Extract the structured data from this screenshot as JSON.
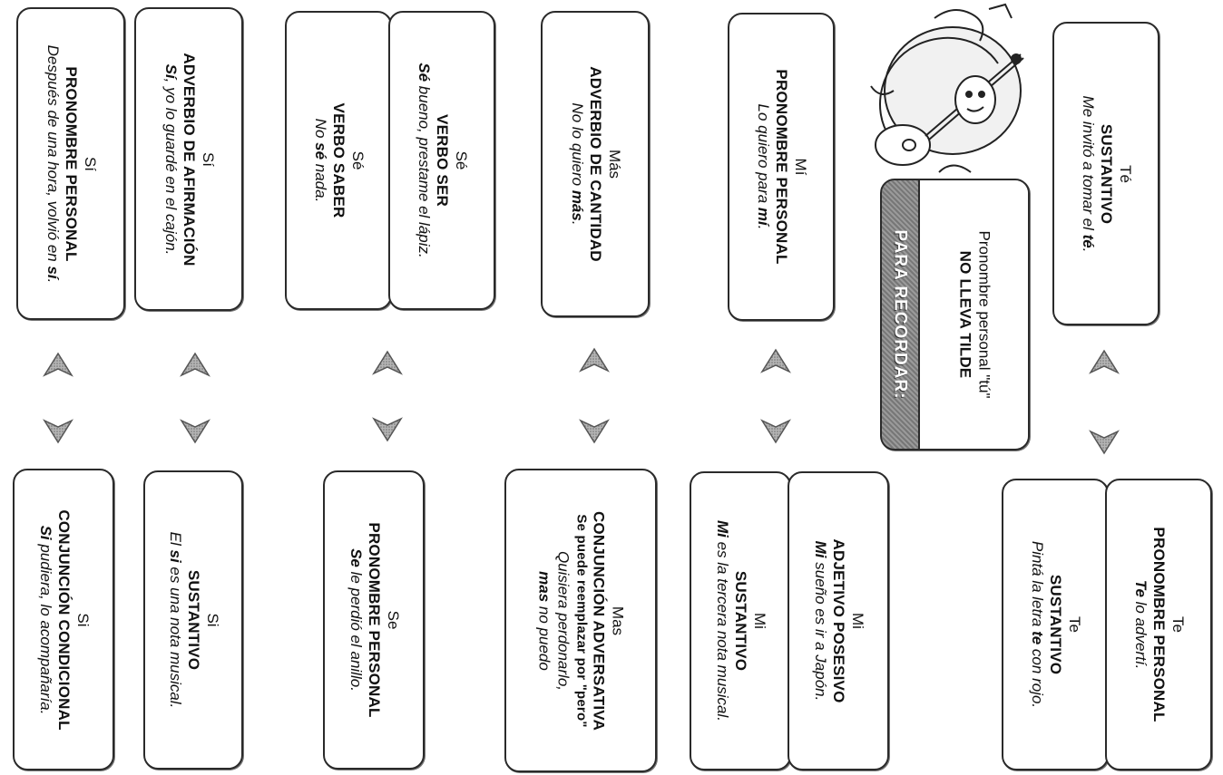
{
  "top": [
    {
      "word": "Sí",
      "category": "PRONOMBRE PERSONAL",
      "example_pre": "Después de una hora, volvió en ",
      "example_em": "sí",
      "example_post": "."
    },
    {
      "word": "Sí",
      "category": "ADVERBIO DE AFIRMACIÓN",
      "example_pre": "",
      "example_em": "Sí",
      "example_post": ", yo lo guardé en el cajón."
    },
    {
      "word": "Sé",
      "category": "VERBO SABER",
      "example_pre": "No ",
      "example_em": "sé",
      "example_post": " nada."
    },
    {
      "word": "Sé",
      "category": "VERBO SER",
      "example_pre": "",
      "example_em": "Sé",
      "example_post": " bueno, prestame el lápiz."
    },
    {
      "word": "Más",
      "category": "ADVERBIO DE CANTIDAD",
      "example_pre": "No lo quiero ",
      "example_em": "más",
      "example_post": "."
    },
    {
      "word": "Mí",
      "category": "PRONOMBRE PERSONAL",
      "example_pre": "Lo quiero para ",
      "example_em": "mí",
      "example_post": "."
    },
    {
      "word": "Té",
      "category": "SUSTANTIVO",
      "example_pre": "Me invitó a tomar el ",
      "example_em": "té",
      "example_post": "."
    }
  ],
  "bottom": [
    {
      "word": "Si",
      "category": "CONJUNCIÓN CONDICIONAL",
      "example_pre": "",
      "example_em": "Si",
      "example_post": " pudiera, lo acompañaría."
    },
    {
      "word": "Si",
      "category": "SUSTANTIVO",
      "example_pre": "El ",
      "example_em": "si",
      "example_post": " es una nota musical."
    },
    {
      "word": "Se",
      "category": "PRONOMBRE PERSONAL",
      "example_pre": "",
      "example_em": "Se",
      "example_post": " le perdió el anillo."
    },
    {
      "word": "Mas",
      "category": "CONJUNCIÓN ADVERSATIVA",
      "note": "Se puede reemplazar por \"pero\"",
      "example_l1": "Quisiera perdonarlo,",
      "example_em": "mas",
      "example_post": " no puedo"
    },
    {
      "word": "Mi",
      "category": "SUSTANTIVO",
      "example_pre": "",
      "example_em": "Mi",
      "example_post": " es la tercera nota musical."
    },
    {
      "word": "Mi",
      "category": "ADJETIVO POSESIVO",
      "example_pre": "",
      "example_em": "Mi",
      "example_post": " sueño es ir a Japón."
    },
    {
      "word": "Te",
      "category": "SUSTANTIVO",
      "example_pre": "Pintá la letra ",
      "example_em": "te",
      "example_post": " con rojo."
    },
    {
      "word": "Te",
      "category": "PRONOMBRE PERSONAL",
      "example_pre": "",
      "example_em": "Te",
      "example_post": " lo advertí."
    }
  ],
  "recordar": {
    "title": "PARA RECORDAR:",
    "line1": "Pronombre personal \"tú\"",
    "line2": "NO LLEVA TILDE"
  },
  "colors": {
    "border": "#2a2a2a",
    "arrow": "#8f8f8f",
    "recordar": "#8a8a8a"
  },
  "icons": [
    "up-arrow-icon",
    "down-arrow-icon",
    "musician-illustration"
  ]
}
